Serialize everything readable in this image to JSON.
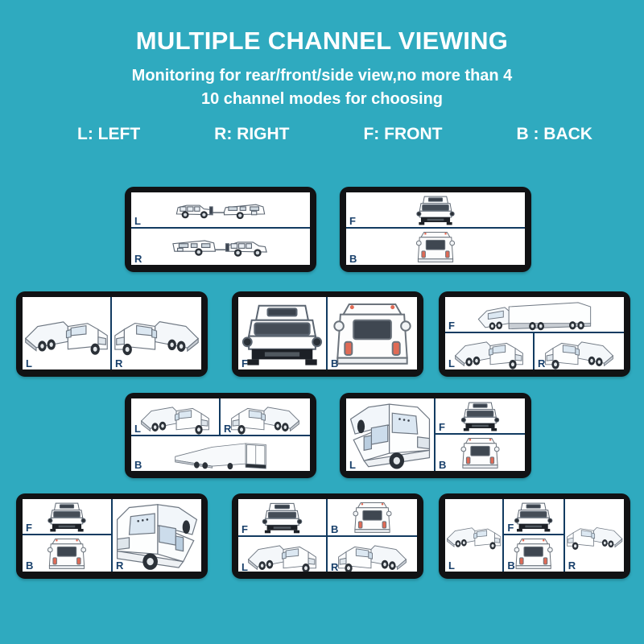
{
  "background_color": "#2faabf",
  "label_color": "#19406b",
  "divider_color": "#123b61",
  "bezel_color": "#111214",
  "header": {
    "title": "MULTIPLE CHANNEL VIEWING",
    "subtitle_1": "Monitoring for rear/front/side view,no more than 4",
    "subtitle_2": "10 channel modes for choosing",
    "legend": [
      {
        "key": "L",
        "text": "L: LEFT"
      },
      {
        "key": "R",
        "text": "R: RIGHT"
      },
      {
        "key": "F",
        "text": "F: FRONT"
      },
      {
        "key": "B",
        "text": "B : BACK"
      }
    ]
  },
  "screens": [
    {
      "id": "screen-1",
      "layout": "stacked-2",
      "panes": [
        {
          "label": "L",
          "view": "side-left",
          "vehicle": "suv-towing-caravan"
        },
        {
          "label": "R",
          "view": "side-right",
          "vehicle": "caravan-towed-by-suv"
        }
      ]
    },
    {
      "id": "screen-2",
      "layout": "stacked-2",
      "panes": [
        {
          "label": "F",
          "view": "front",
          "vehicle": "motorhome-front"
        },
        {
          "label": "B",
          "view": "back",
          "vehicle": "motorhome-rear"
        }
      ]
    },
    {
      "id": "screen-3",
      "layout": "split-2-vertical",
      "panes": [
        {
          "label": "L",
          "view": "side-left",
          "vehicle": "semi-truck"
        },
        {
          "label": "R",
          "view": "side-right",
          "vehicle": "semi-truck"
        }
      ]
    },
    {
      "id": "screen-4",
      "layout": "split-2-vertical",
      "panes": [
        {
          "label": "F",
          "view": "front",
          "vehicle": "motorhome-front"
        },
        {
          "label": "B",
          "view": "back",
          "vehicle": "motorhome-rear"
        }
      ]
    },
    {
      "id": "screen-5",
      "layout": "top-full-bottom-2",
      "panes": [
        {
          "label": "F",
          "view": "front",
          "vehicle": "semi-truck-trailer"
        },
        {
          "label": "L",
          "view": "side-left",
          "vehicle": "semi-truck"
        },
        {
          "label": "R",
          "view": "side-right",
          "vehicle": "semi-truck"
        }
      ]
    },
    {
      "id": "screen-6",
      "layout": "top-2-bottom-full",
      "panes": [
        {
          "label": "L",
          "view": "side-left",
          "vehicle": "semi-truck"
        },
        {
          "label": "R",
          "view": "side-right",
          "vehicle": "semi-truck"
        },
        {
          "label": "B",
          "view": "back",
          "vehicle": "box-trailer-rear"
        }
      ]
    },
    {
      "id": "screen-7",
      "layout": "left-full-right-2",
      "panes": [
        {
          "label": "L",
          "view": "side-left",
          "vehicle": "semi-truck-closeup"
        },
        {
          "label": "F",
          "view": "front",
          "vehicle": "motorhome-front"
        },
        {
          "label": "B",
          "view": "back",
          "vehicle": "motorhome-rear"
        }
      ]
    },
    {
      "id": "screen-8",
      "layout": "left-2-right-full",
      "panes": [
        {
          "label": "F",
          "view": "front",
          "vehicle": "motorhome-front"
        },
        {
          "label": "B",
          "view": "back",
          "vehicle": "motorhome-rear"
        },
        {
          "label": "R",
          "view": "side-right",
          "vehicle": "semi-truck-closeup"
        }
      ]
    },
    {
      "id": "screen-9",
      "layout": "quad",
      "panes": [
        {
          "label": "F",
          "view": "front",
          "vehicle": "motorhome-front"
        },
        {
          "label": "B",
          "view": "back",
          "vehicle": "motorhome-rear"
        },
        {
          "label": "L",
          "view": "side-left",
          "vehicle": "semi-truck"
        },
        {
          "label": "R",
          "view": "side-right",
          "vehicle": "semi-truck"
        }
      ]
    },
    {
      "id": "screen-10",
      "layout": "three-col-middle-split",
      "panes": [
        {
          "label": "L",
          "view": "side-left",
          "vehicle": "semi-truck"
        },
        {
          "label": "F",
          "view": "front",
          "vehicle": "motorhome-front"
        },
        {
          "label": "B",
          "view": "back",
          "vehicle": "motorhome-rear"
        },
        {
          "label": "R",
          "view": "side-right",
          "vehicle": "semi-truck"
        }
      ]
    }
  ]
}
